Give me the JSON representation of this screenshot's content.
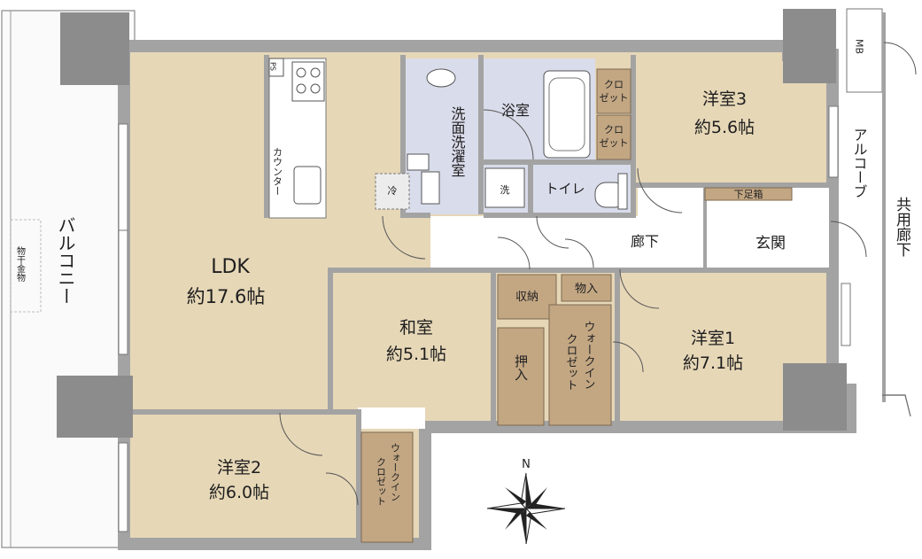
{
  "colors": {
    "wall": "#a3a3a3",
    "wall_dark": "#7d7d7d",
    "floor_room": "#e6d7b7",
    "floor_wet": "#d9dcea",
    "floor_hall": "#ffffff",
    "closet": "#c3a783",
    "outline": "#555555"
  },
  "rooms": {
    "ldk": {
      "name": "LDK",
      "area": "約17.6帖"
    },
    "washitsu": {
      "name": "和室",
      "area": "約5.1帖"
    },
    "yoshitsu1": {
      "name": "洋室1",
      "area": "約7.1帖"
    },
    "yoshitsu2": {
      "name": "洋室2",
      "area": "約6.0帖"
    },
    "yoshitsu3": {
      "name": "洋室3",
      "area": "約5.6帖"
    },
    "yokushitsu": {
      "name": "浴室"
    },
    "senmen": {
      "name": "洗面洗濯室"
    },
    "toilet": {
      "name": "トイレ"
    },
    "rouka": {
      "name": "廊下"
    },
    "genkan": {
      "name": "玄関"
    }
  },
  "storage": {
    "closet_a": [
      "クロ",
      "ゼット"
    ],
    "closet_b": [
      "クロ",
      "ゼット"
    ],
    "shuno": "収納",
    "monoire": "物入",
    "oshiire": "押入",
    "wic1": [
      "ウォークイン",
      "クロゼット"
    ],
    "wic2": [
      "ウォークイン",
      "クロゼット"
    ],
    "getabako": "下足箱"
  },
  "fixtures": {
    "counter": "カウンター",
    "fridge": "冷",
    "washer": "洗",
    "mb": "MB",
    "ps": "PS"
  },
  "outside": {
    "balcony": "バルコニー",
    "drying_rack": "物干金物",
    "alcove": "アルコーブ",
    "common_corridor": "共用廊下",
    "north": "N"
  }
}
